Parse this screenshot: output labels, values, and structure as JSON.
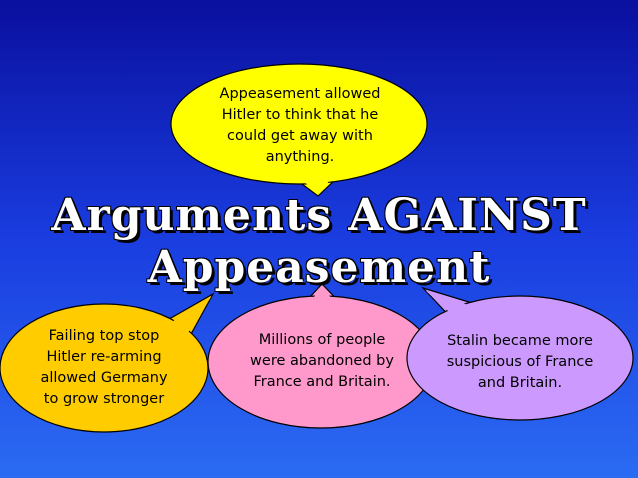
{
  "slide": {
    "title": "Arguments AGAINST\nAppeasement"
  },
  "bubbles": {
    "top": {
      "text": "Appeasement allowed\nHitler to think that he\ncould get away with\nanything.",
      "color": "#ffff00"
    },
    "left": {
      "text": "Failing top stop\nHitler re-arming\nallowed Germany\nto grow stronger",
      "color": "#ffcc00"
    },
    "middle": {
      "text": "Millions of people\nwere abandoned by\nFrance and Britain.",
      "color": "#ff99cc"
    },
    "right": {
      "text": "Stalin became more\nsuspicious of France\nand Britain.",
      "color": "#cc99ff"
    }
  },
  "colors": {
    "background_top": "#0a0f9e",
    "background_bottom": "#2b6bf2",
    "title_text": "#ffffff"
  }
}
